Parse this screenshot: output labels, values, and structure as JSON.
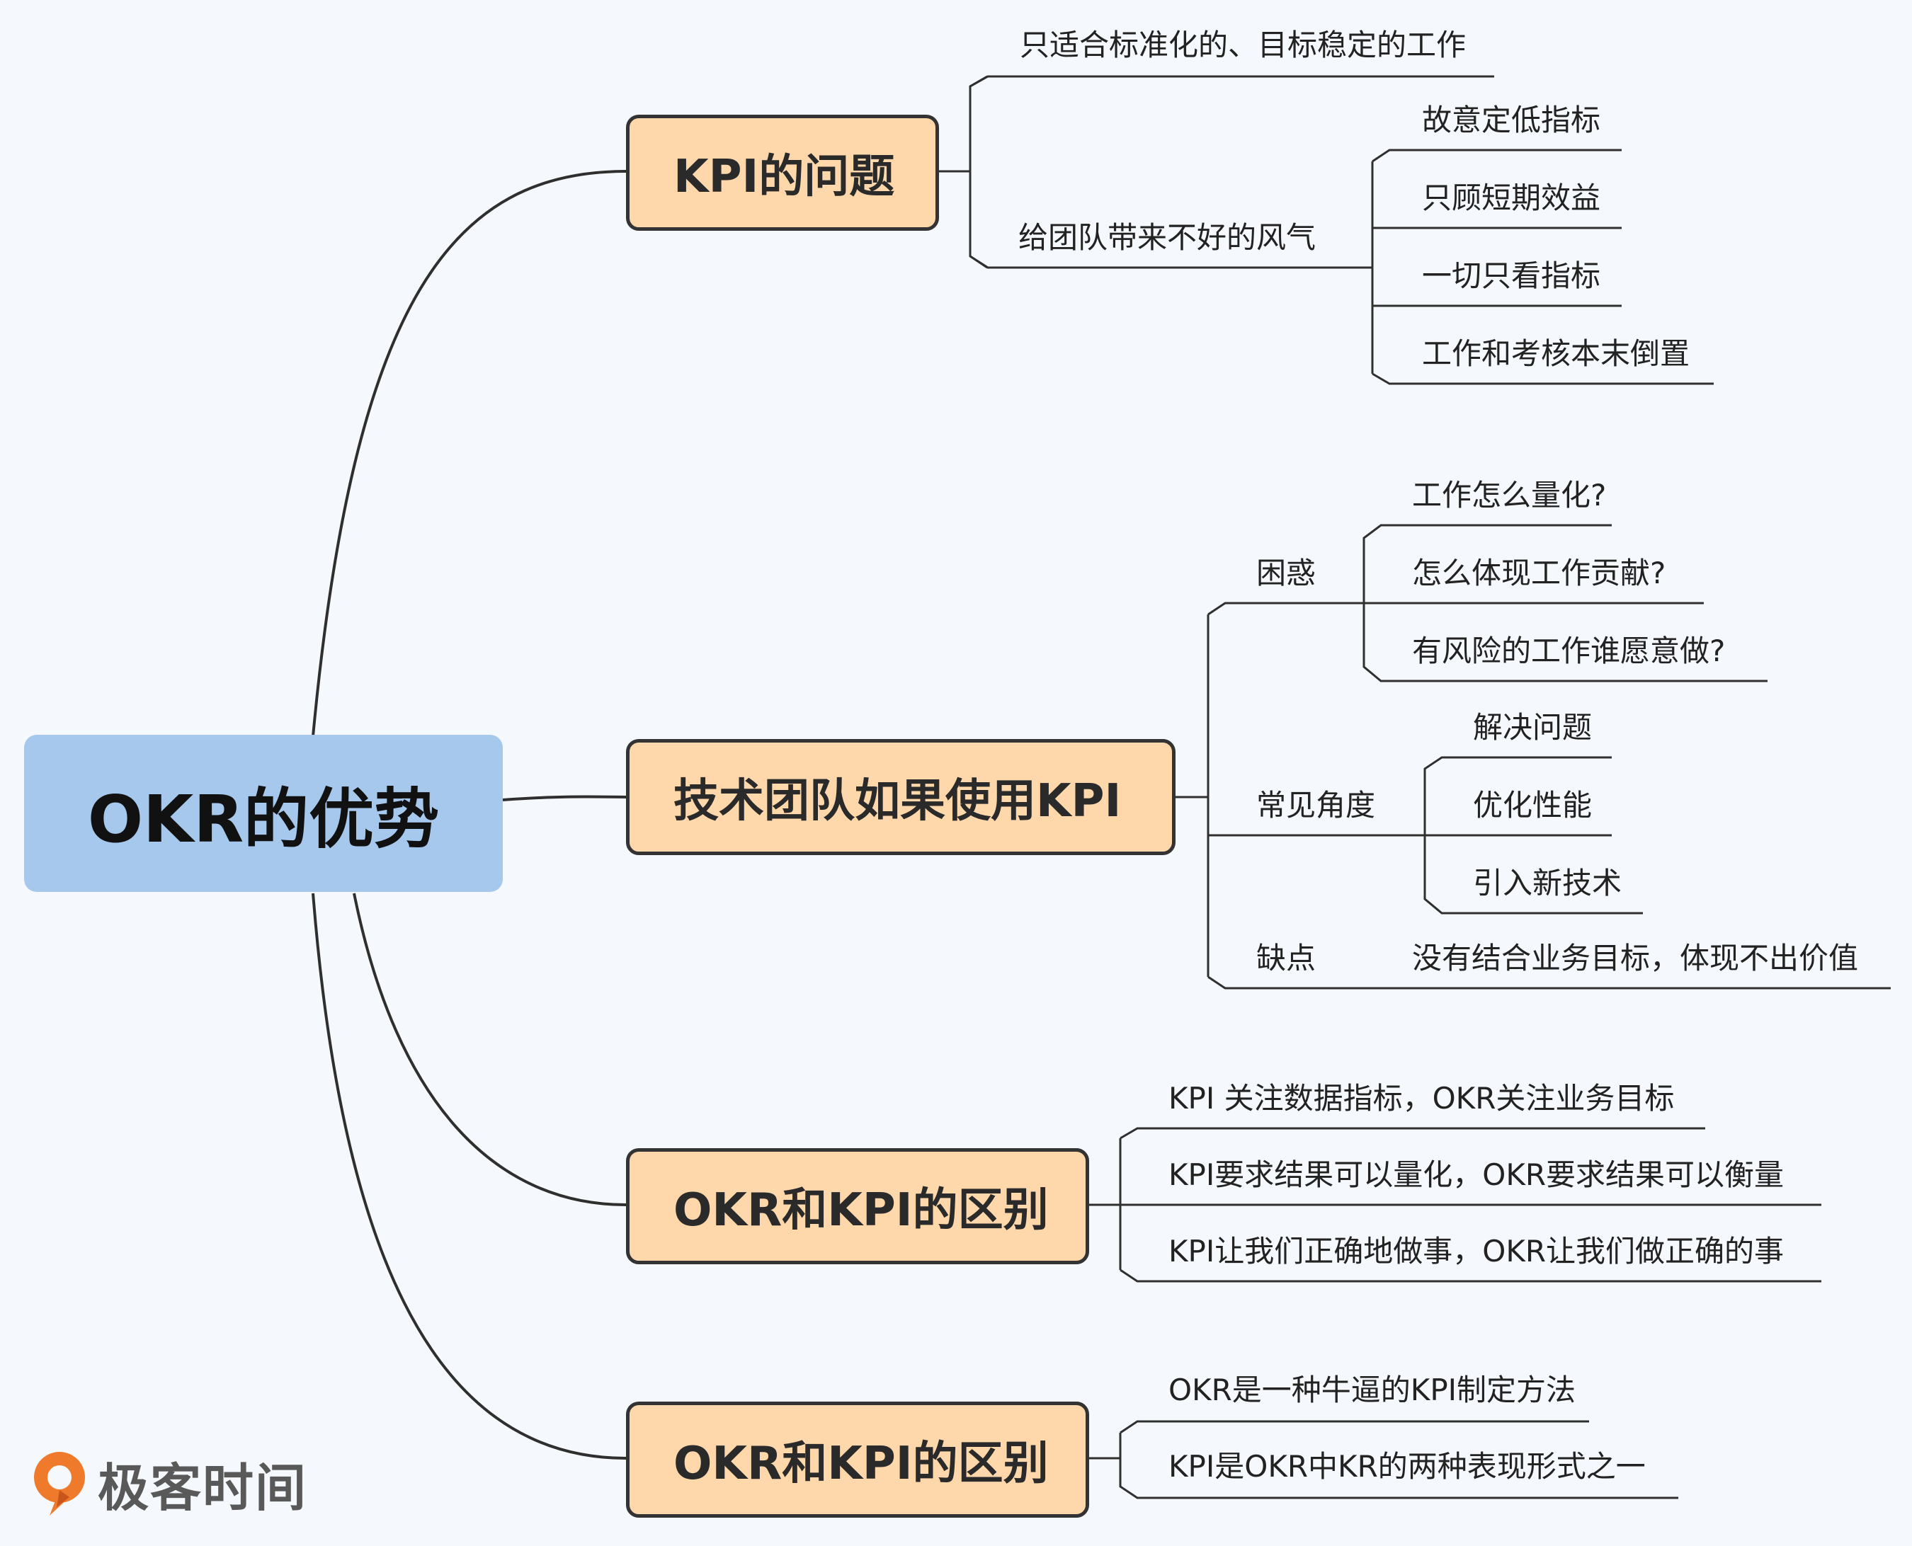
{
  "root": {
    "label": "OKR的优势"
  },
  "branches": [
    {
      "label": "KPI的问题",
      "children": [
        {
          "label": "只适合标准化的、目标稳定的工作"
        },
        {
          "label": "给团队带来不好的风气",
          "children": [
            "故意定低指标",
            "只顾短期效益",
            "一切只看指标",
            "工作和考核本末倒置"
          ]
        }
      ]
    },
    {
      "label": "技术团队如果使用KPI",
      "children": [
        {
          "label": "困惑",
          "children": [
            "工作怎么量化?",
            "怎么体现工作贡献?",
            "有风险的工作谁愿意做?"
          ]
        },
        {
          "label": "常见角度",
          "children": [
            "解决问题",
            "优化性能",
            "引入新技术"
          ]
        },
        {
          "label": "缺点",
          "children": [
            "没有结合业务目标，体现不出价值"
          ]
        }
      ]
    },
    {
      "label": "OKR和KPI的区别",
      "children": [
        "KPI 关注数据指标，OKR关注业务目标",
        "KPI要求结果可以量化，OKR要求结果可以衡量",
        "KPI让我们正确地做事，OKR让我们做正确的事"
      ]
    },
    {
      "label": "OKR和KPI的区别",
      "children": [
        "OKR是一种牛逼的KPI制定方法",
        "KPI是OKR中KR的两种表现形式之一"
      ]
    }
  ],
  "logo": {
    "text": "极客时间",
    "icon": "geektime-logo-icon",
    "color": "#f07a2c"
  },
  "colors": {
    "root": "#a6c8ec",
    "branch": "#fed7ab",
    "background": "#f5f8fc",
    "line": "#2f2f2f"
  }
}
